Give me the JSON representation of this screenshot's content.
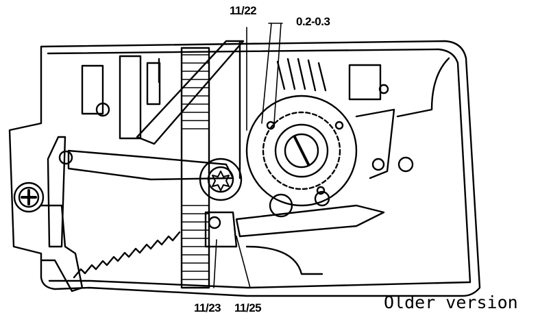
{
  "labels": {
    "top_ref": "11/22",
    "gap": "0.2-0.3",
    "bottom_left_ref": "11/23",
    "bottom_right_ref": "11/25"
  },
  "caption": "Older version",
  "colors": {
    "ink": "#000000",
    "paper": "#ffffff"
  }
}
